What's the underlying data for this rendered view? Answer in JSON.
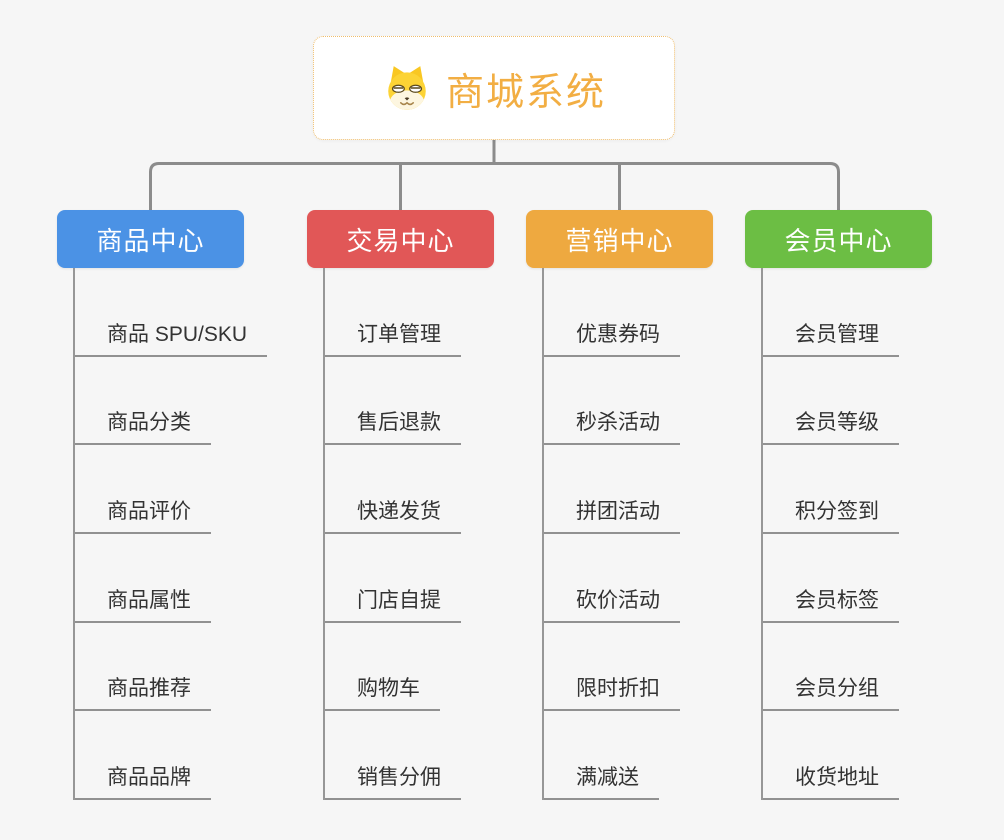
{
  "root": {
    "title": "商城系统",
    "icon": "shiba-dog-icon"
  },
  "branches": [
    {
      "label": "商品中心",
      "color": "#4b92e5",
      "children": [
        "商品 SPU/SKU",
        "商品分类",
        "商品评价",
        "商品属性",
        "商品推荐",
        "商品品牌"
      ]
    },
    {
      "label": "交易中心",
      "color": "#e15757",
      "children": [
        "订单管理",
        "售后退款",
        "快递发货",
        "门店自提",
        "购物车",
        "销售分佣"
      ]
    },
    {
      "label": "营销中心",
      "color": "#eea940",
      "children": [
        "优惠券码",
        "秒杀活动",
        "拼团活动",
        "砍价活动",
        "限时折扣",
        "满减送"
      ]
    },
    {
      "label": "会员中心",
      "color": "#6cbe44",
      "children": [
        "会员管理",
        "会员等级",
        "积分签到",
        "会员标签",
        "会员分组",
        "收货地址"
      ]
    }
  ],
  "colors": {
    "canvas_background": "#f6f6f6",
    "connector_gray": "#8c8c8c",
    "root_text": "#f2ae43",
    "root_border": "#efbe6e",
    "leaf_text": "#333333"
  }
}
